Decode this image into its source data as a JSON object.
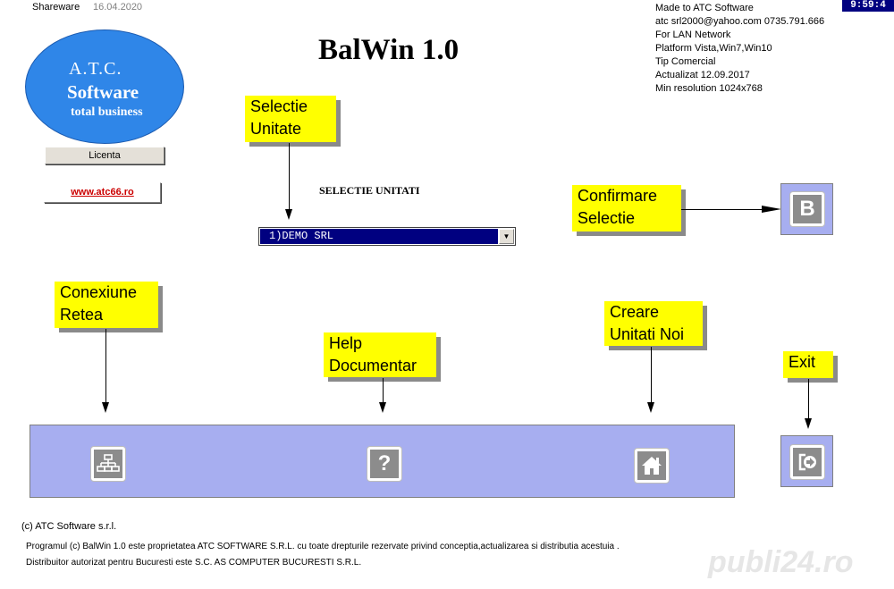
{
  "header": {
    "shareware": "Shareware",
    "date": "16.04.2020",
    "title": "BalWin 1.0",
    "clock": "9:59:4"
  },
  "logo": {
    "line1": "A.T.C.",
    "line2": "Software",
    "line3": "total business"
  },
  "left_buttons": {
    "licenta": "Licenta",
    "website": "www.atc66.ro"
  },
  "info": [
    "Made to ATC Software",
    "atc  srl2000@yahoo.com  0735.791.666",
    "For LAN Network",
    "Platform  Vista,Win7,Win10",
    "Tip Comercial",
    "Actualizat 12.09.2017",
    "Min resolution  1024x768"
  ],
  "callouts": {
    "selectie_unitate": [
      "Selectie",
      "Unitate"
    ],
    "confirmare_selectie": [
      "Confirmare",
      "Selectie"
    ],
    "conexiune_retea": [
      "Conexiune",
      "Retea"
    ],
    "help_documentar": [
      "Help",
      "Documentar"
    ],
    "creare_unitati": [
      "Creare",
      "Unitati Noi"
    ],
    "exit": [
      "Exit"
    ]
  },
  "selection": {
    "label": "SELECTIE UNITATI",
    "selected": "1)DEMO SRL"
  },
  "buttons": {
    "confirm_glyph": "B",
    "help_glyph": "?"
  },
  "footer": {
    "copyright": "(c) ATC Software s.r.l.",
    "line1": "Programul (c)  BalWin 1.0 este proprietatea ATC SOFTWARE S.R.L. cu toate drepturile rezervate privind conceptia,actualizarea si distributia acestuia .",
    "line2": "Distribuitor autorizat pentru Bucuresti  este S.C. AS COMPUTER BUCURESTI S.R.L.",
    "watermark": "publi24.ro"
  },
  "colors": {
    "callout": "#ffff00",
    "panel": "#a7aef0",
    "logo": "#2f86e8",
    "selection": "#000080"
  }
}
